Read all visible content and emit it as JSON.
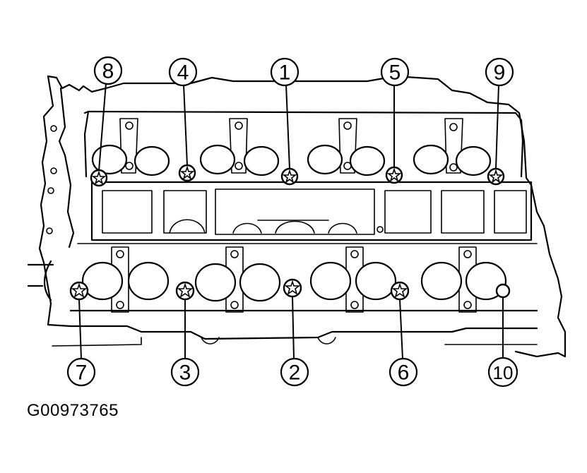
{
  "figure": {
    "id": "G00973765",
    "subject": "cylinder-head bolt tightening sequence"
  },
  "callouts": [
    {
      "label": "8"
    },
    {
      "label": "4"
    },
    {
      "label": "1"
    },
    {
      "label": "5"
    },
    {
      "label": "9"
    },
    {
      "label": "7"
    },
    {
      "label": "3"
    },
    {
      "label": "2"
    },
    {
      "label": "6"
    },
    {
      "label": "10"
    }
  ]
}
